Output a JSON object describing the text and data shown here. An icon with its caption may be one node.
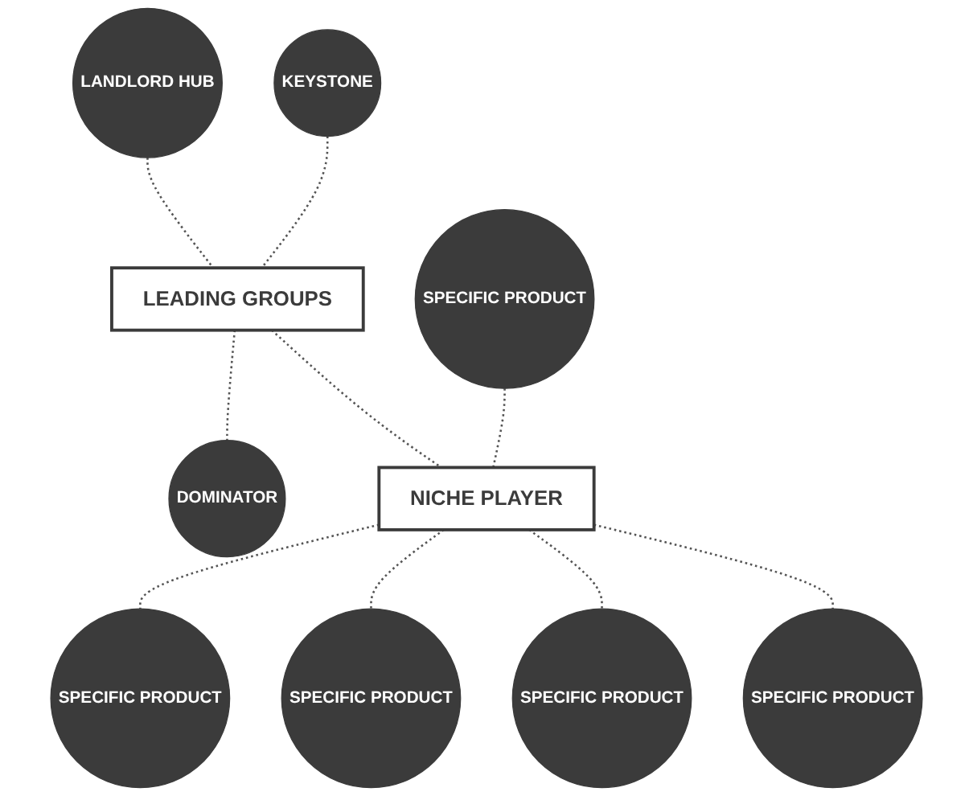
{
  "diagram": {
    "nodes": [
      {
        "text": [
          "LANDLORD HUB"
        ]
      },
      {
        "text": [
          "KEYSTONE"
        ]
      },
      {
        "text": [
          "LEADING GROUPS"
        ]
      },
      {
        "text": [
          "DOMINATOR"
        ]
      },
      {
        "text": [
          "SPECIFIC PRODUCT"
        ]
      },
      {
        "text": [
          "NICHE PLAYER"
        ]
      },
      {
        "text": [
          "SPECIFIC PRODUCT"
        ]
      },
      {
        "text": [
          "SPECIFIC PRODUCT"
        ]
      },
      {
        "text": [
          "SPECIFIC PRODUCT"
        ]
      },
      {
        "text": [
          "SPECIFIC PRODUCT"
        ]
      }
    ],
    "edges": [
      {
        "from": 0,
        "to": 2,
        "arrow": "none",
        "style": "dashed"
      },
      {
        "from": 1,
        "to": 2,
        "arrow": "none",
        "style": "dashed"
      },
      {
        "from": 2,
        "to": 3,
        "arrow": "none",
        "style": "dashed"
      },
      {
        "from": 2,
        "to": 5,
        "arrow": "none",
        "style": "dashed"
      },
      {
        "from": 4,
        "to": 5,
        "arrow": "none",
        "style": "dashed"
      },
      {
        "from": 5,
        "to": 6,
        "arrow": "none",
        "style": "dashed"
      },
      {
        "from": 5,
        "to": 7,
        "arrow": "none",
        "style": "dashed"
      },
      {
        "from": 5,
        "to": 8,
        "arrow": "none",
        "style": "dashed"
      },
      {
        "from": 5,
        "to": 9,
        "arrow": "none",
        "style": "dashed"
      }
    ]
  }
}
